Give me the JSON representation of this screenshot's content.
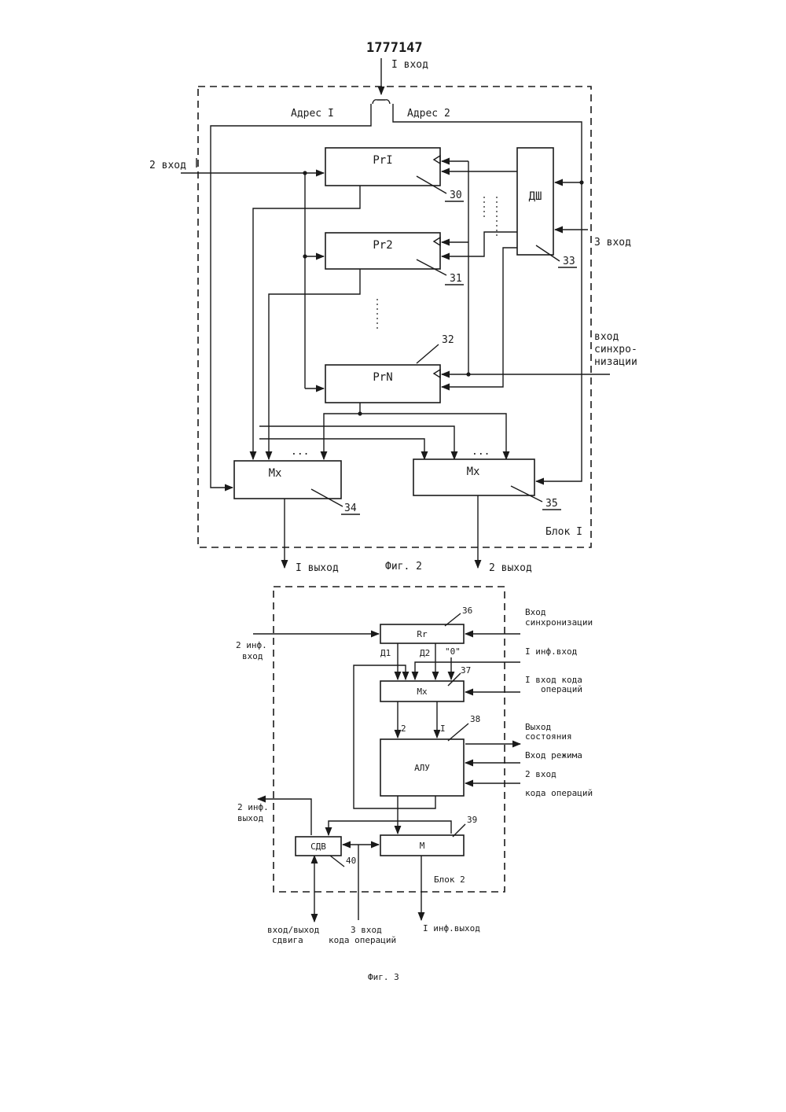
{
  "document": {
    "patent_number": "1777147"
  },
  "figure2": {
    "caption": "Фиг. 2",
    "block_label": "Блок I",
    "inputs": {
      "input1": "I вход",
      "address1": "Адрес I",
      "address2": "Адрес 2",
      "input2": "2 вход",
      "input3": "3 вход",
      "sync_line1": "вход",
      "sync_line2": "синхро-",
      "sync_line3": "низации"
    },
    "outputs": {
      "output1": "I выход",
      "output2": "2 выход"
    },
    "blocks": {
      "reg1": "PrI",
      "reg2": "Pr2",
      "regN": "PrN",
      "decoder": "ДШ",
      "mux1": "Mx",
      "mux2": "Mx"
    },
    "ref_numbers": {
      "reg1": "30",
      "reg2": "31",
      "regN": "32",
      "decoder": "33",
      "mux1": "34",
      "mux2": "35"
    },
    "ellipsis": "..."
  },
  "figure3": {
    "caption": "Фиг. 3",
    "block_label": "Блок 2",
    "blocks": {
      "register": "Rr",
      "mux": "Mx",
      "alu": "АЛУ",
      "m": "M",
      "shifter": "СДВ"
    },
    "ref_numbers": {
      "register": "36",
      "mux": "37",
      "alu": "38",
      "m": "39",
      "shifter": "40"
    },
    "signal_labels": {
      "d1": "Д1",
      "d2": "Д2",
      "zero": "\"0\"",
      "alu_in2": "2",
      "alu_in1": "I"
    },
    "left_labels": {
      "info_input2_line1": "2 инф.",
      "info_input2_line2": "вход",
      "info_output2_line1": "2 инф.",
      "info_output2_line2": "выход"
    },
    "right_labels": {
      "sync_line1": "Вход",
      "sync_line2": "синхронизации",
      "info_input1": "I инф.вход",
      "opcode_in1_line1": "I вход кода",
      "opcode_in1_line2": "операций",
      "status_line1": "Выход",
      "status_line2": "состояния",
      "mode_input": "Вход режима",
      "opcode_in2_line1": "2 вход",
      "opcode_in2_line2": "кода операций"
    },
    "bottom_labels": {
      "shift_line1": "вход/выход",
      "shift_line2": "сдвига",
      "opcode_in3_line1": "3 вход",
      "opcode_in3_line2": "кода операций",
      "info_output1": "I инф.выход"
    }
  }
}
